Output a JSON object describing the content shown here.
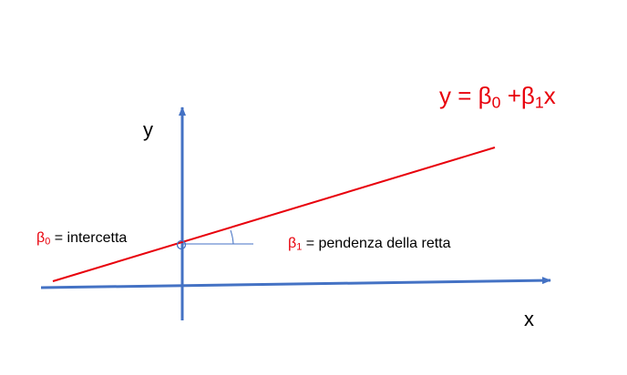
{
  "axes": {
    "y_label": "y",
    "x_label": "x"
  },
  "equation": {
    "lhs": "y",
    "equals": "=",
    "b0_symbol": "β",
    "b0_sub": "0",
    "plus": "+",
    "b1_symbol": "β",
    "b1_sub": "1",
    "var": "x"
  },
  "intercept_label": {
    "symbol": "β",
    "sub": "0",
    "text": "= intercetta"
  },
  "slope_label": {
    "symbol": "β",
    "sub": "1",
    "text": "= pendenza della retta"
  },
  "colors": {
    "axis": "#4472c4",
    "line": "#e8000b",
    "text": "#000000",
    "accent_text": "#e8000b"
  }
}
